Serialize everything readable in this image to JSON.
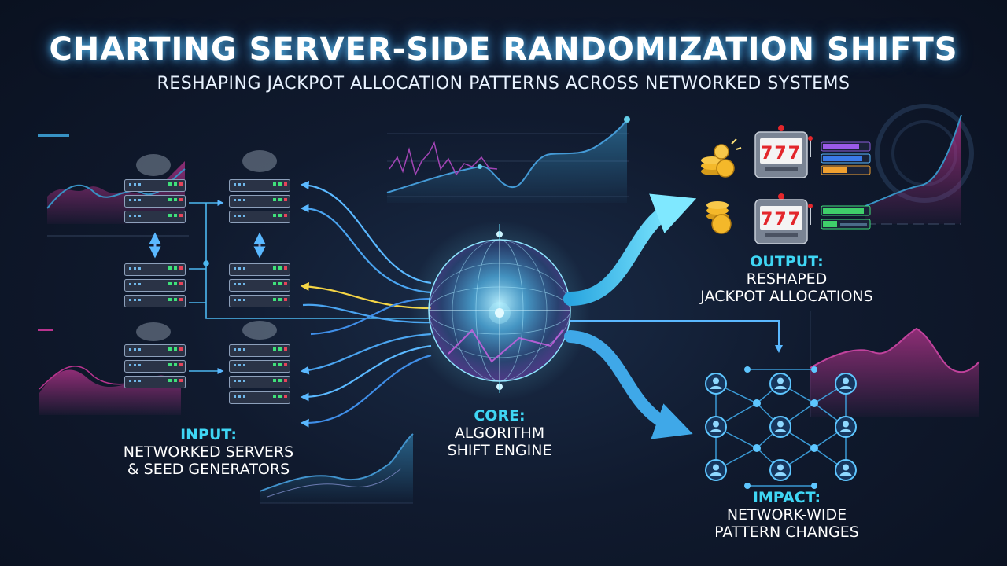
{
  "header": {
    "title": "CHARTING SERVER-SIDE RANDOMIZATION SHIFTS",
    "subtitle": "RESHAPING JACKPOT ALLOCATION PATTERNS ACROSS NETWORKED SYSTEMS"
  },
  "labels": {
    "input": {
      "head": "INPUT:",
      "lines": [
        "NETWORKED SERVERS",
        "& SEED GENERATORS"
      ]
    },
    "core": {
      "head": "CORE:",
      "lines": [
        "ALGORITHM",
        "SHIFT ENGINE"
      ]
    },
    "output": {
      "head": "OUTPUT:",
      "lines": [
        "RESHAPED",
        "JACKPOT ALLOCATIONS"
      ]
    },
    "impact": {
      "head": "IMPACT:",
      "lines": [
        "NETWORK-WIDE",
        "PATTERN CHANGES"
      ]
    }
  },
  "slot_machines": [
    {
      "reels": "777"
    },
    {
      "reels": "777"
    }
  ],
  "colors": {
    "accent_cyan": "#3fd6f4",
    "arrow_blue": "#5ab8ff",
    "arrow_yellow": "#f5d545",
    "magenta": "#d63aa0",
    "coin_gold": "#f4b82a",
    "reel_red": "#e3262b"
  }
}
